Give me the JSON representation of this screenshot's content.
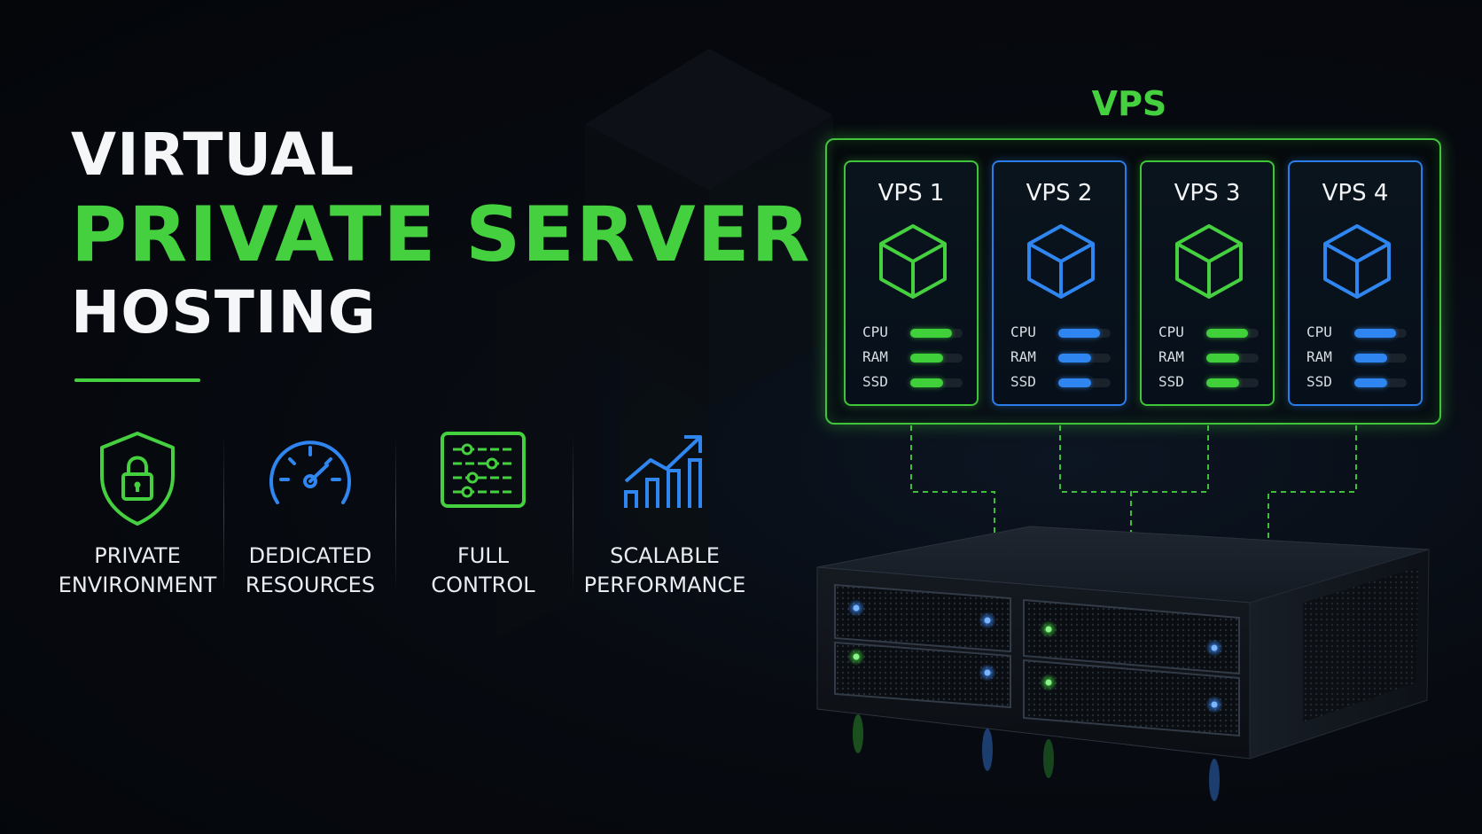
{
  "headline": {
    "line1": "VIRTUAL",
    "line2": "PRIVATE SERVER",
    "line3": "HOSTING"
  },
  "features": [
    {
      "label": "PRIVATE\nENVIRONMENT",
      "icon": "shield-lock-icon"
    },
    {
      "label": "DEDICATED\nRESOURCES",
      "icon": "speedometer-icon"
    },
    {
      "label": "FULL\nCONTROL",
      "icon": "control-panel-icon"
    },
    {
      "label": "SCALABLE\nPERFORMANCE",
      "icon": "growth-chart-icon"
    }
  ],
  "vps_panel": {
    "title": "VPS",
    "instances": [
      {
        "name": "VPS 1",
        "accent": "green",
        "resources": [
          {
            "label": "CPU",
            "level": 0.8
          },
          {
            "label": "RAM",
            "level": 0.62
          },
          {
            "label": "SSD",
            "level": 0.62
          }
        ]
      },
      {
        "name": "VPS 2",
        "accent": "blue",
        "resources": [
          {
            "label": "CPU",
            "level": 0.8
          },
          {
            "label": "RAM",
            "level": 0.62
          },
          {
            "label": "SSD",
            "level": 0.62
          }
        ]
      },
      {
        "name": "VPS 3",
        "accent": "green",
        "resources": [
          {
            "label": "CPU",
            "level": 0.8
          },
          {
            "label": "RAM",
            "level": 0.62
          },
          {
            "label": "SSD",
            "level": 0.62
          }
        ]
      },
      {
        "name": "VPS 4",
        "accent": "blue",
        "resources": [
          {
            "label": "CPU",
            "level": 0.8
          },
          {
            "label": "RAM",
            "level": 0.62
          },
          {
            "label": "SSD",
            "level": 0.62
          }
        ]
      }
    ]
  },
  "colors": {
    "green": "#45d13f",
    "blue": "#2f86f0",
    "background": "#05070b",
    "text": "#f4f6f8"
  }
}
